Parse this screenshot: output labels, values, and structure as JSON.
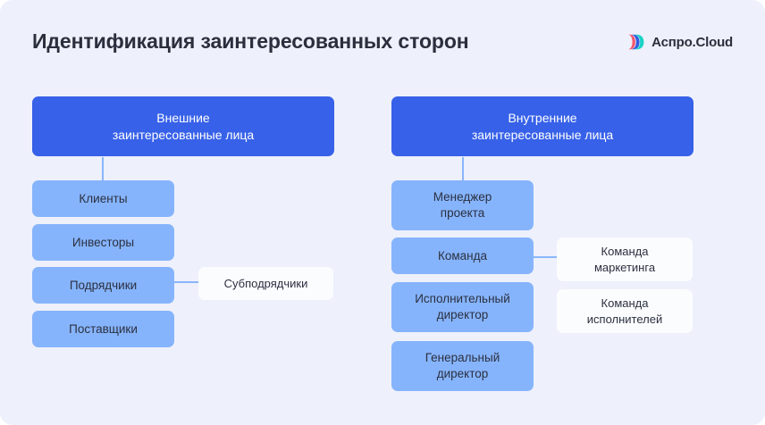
{
  "header": {
    "title": "Идентификация заинтересованных сторон",
    "brand_name": "Аспро.Cloud",
    "brand_icon": "aspro-cloud-logo-icon"
  },
  "colors": {
    "background": "#eef0fb",
    "head_box": "#3761e8",
    "sub_box": "#86b4fc",
    "leaf_box": "#fbfcfe",
    "connector": "#8ab6fb",
    "title_text": "#2b2f3d",
    "head_text": "#ffffff",
    "body_text": "#2b3040"
  },
  "diagram": {
    "type": "org-tree",
    "branches": [
      {
        "id": "external",
        "root": {
          "line1": "Внешние",
          "line2": "заинтересованные лица"
        },
        "children": [
          {
            "id": "clients",
            "line1": "Клиенты",
            "line2": ""
          },
          {
            "id": "investors",
            "line1": "Инвесторы",
            "line2": ""
          },
          {
            "id": "contractors",
            "line1": "Подрядчики",
            "line2": ""
          },
          {
            "id": "suppliers",
            "line1": "Поставщики",
            "line2": ""
          }
        ],
        "leaves": [
          {
            "id": "subcontractors",
            "line1": "Субподрядчики",
            "line2": "",
            "parent": "contractors"
          }
        ]
      },
      {
        "id": "internal",
        "root": {
          "line1": "Внутренние",
          "line2": "заинтересованные лица"
        },
        "children": [
          {
            "id": "project-manager",
            "line1": "Менеджер",
            "line2": "проекта"
          },
          {
            "id": "team",
            "line1": "Команда",
            "line2": ""
          },
          {
            "id": "executive-director",
            "line1": "Исполнительный",
            "line2": "директор"
          },
          {
            "id": "general-director",
            "line1": "Генеральный",
            "line2": "директор"
          }
        ],
        "leaves": [
          {
            "id": "marketing-team",
            "line1": "Команда",
            "line2": "маркетинга",
            "parent": "team"
          },
          {
            "id": "performers-team",
            "line1": "Команда",
            "line2": "исполнителей",
            "parent": "team"
          }
        ]
      }
    ]
  }
}
